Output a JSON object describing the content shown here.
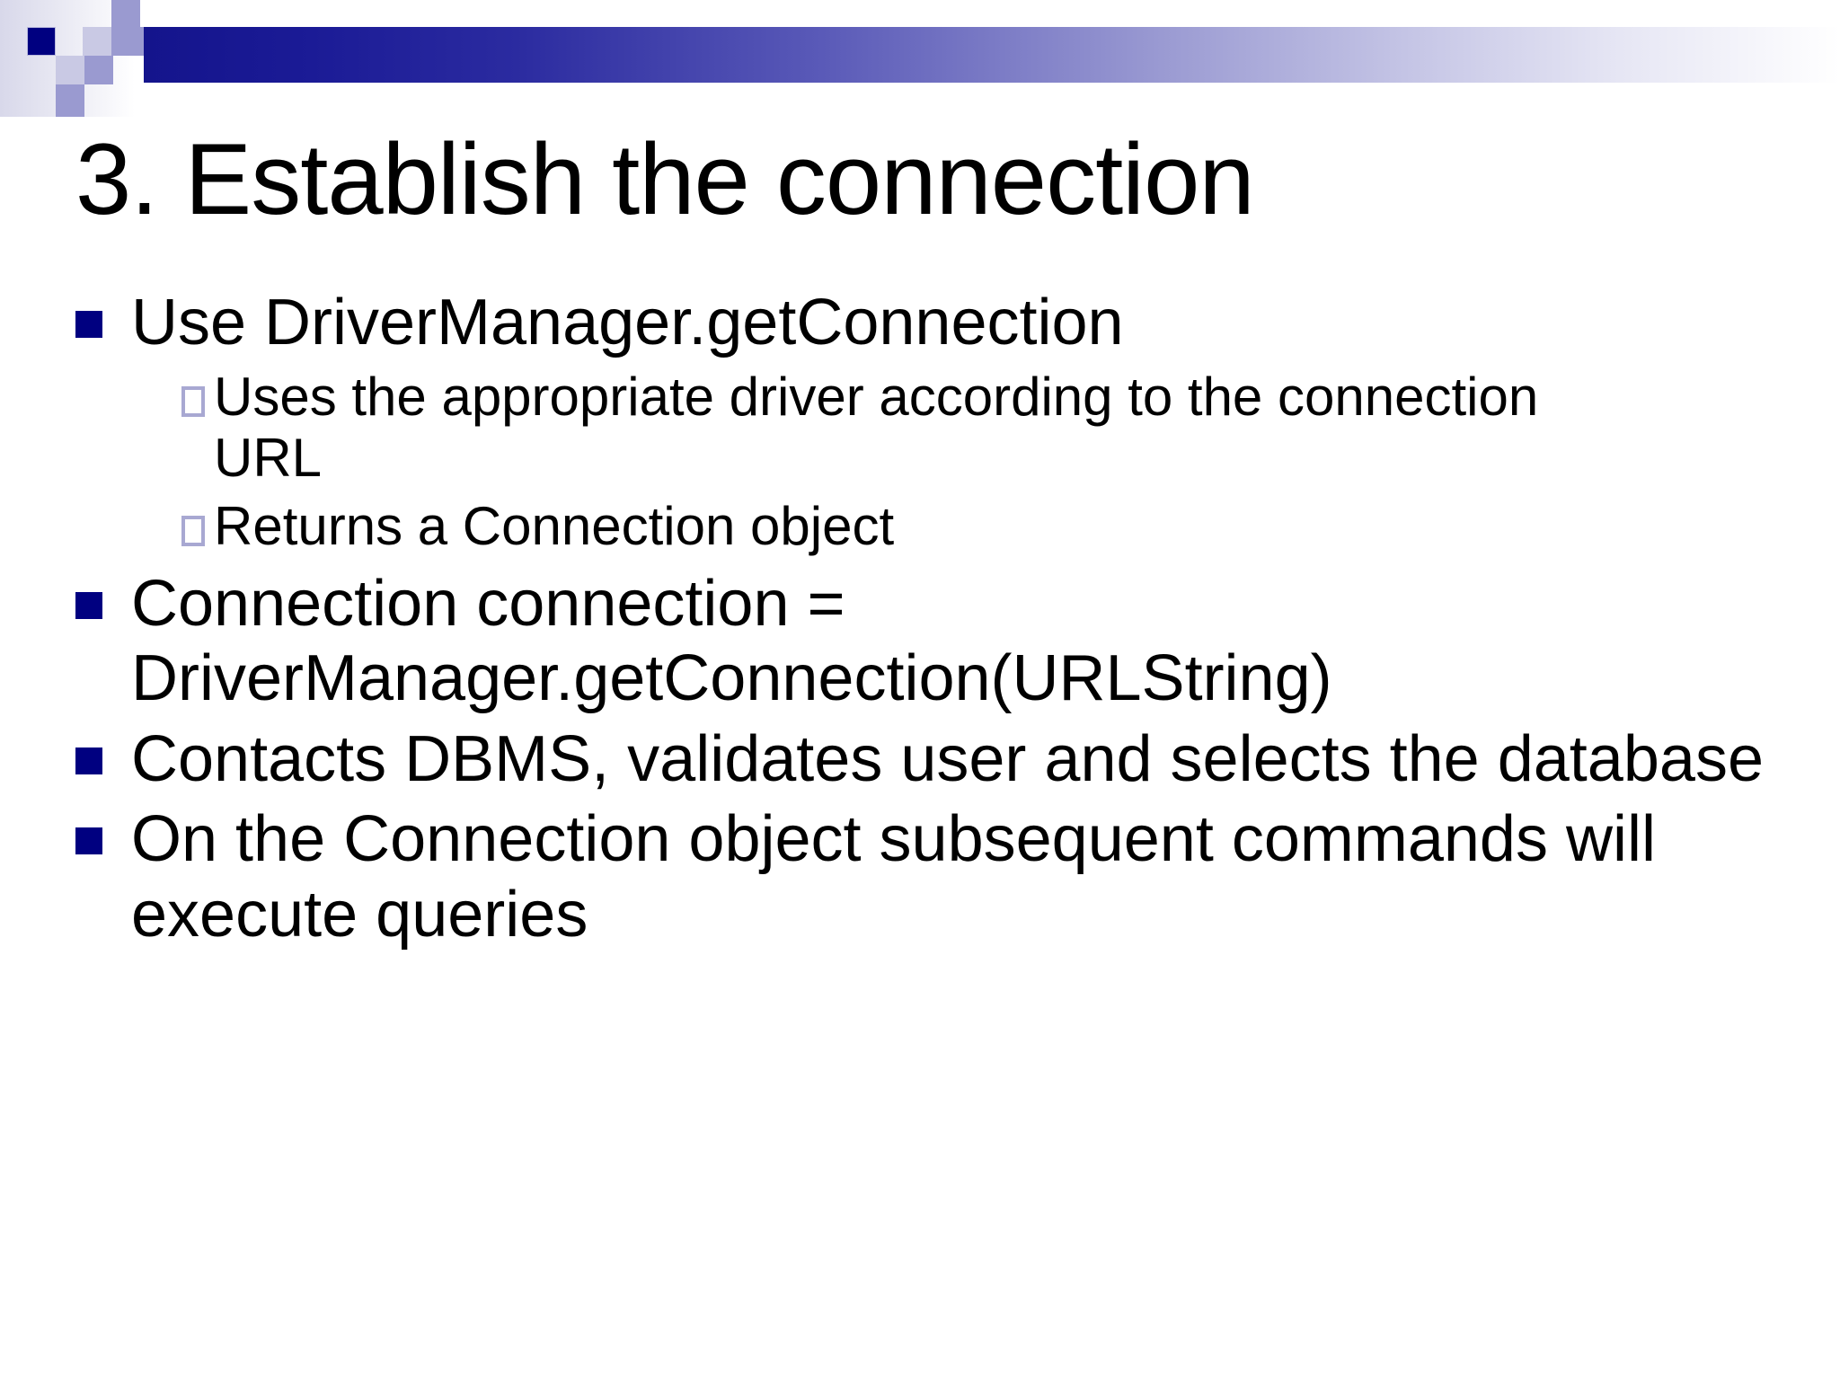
{
  "slide": {
    "title": "3. Establish the connection",
    "theme": {
      "accent_navy": "#000080",
      "accent_periwinkle": "#9a9ad0",
      "accent_light": "#c9c9e4",
      "background": "#ffffff",
      "text": "#000000"
    },
    "header": {
      "decoration_name": "blue-gradient-band-with-squares"
    },
    "bullets": [
      {
        "marker": "filled-square-bullet",
        "text": "Use DriverManager.getConnection",
        "children": [
          {
            "marker": "hollow-square-bullet",
            "text": "Uses the appropriate driver according to the connection URL"
          },
          {
            "marker": "hollow-square-bullet",
            "text": "Returns a Connection object"
          }
        ]
      },
      {
        "marker": "filled-square-bullet",
        "text": "Connection connection = DriverManager.getConnection(URLString)",
        "children": []
      },
      {
        "marker": "filled-square-bullet",
        "text": "Contacts DBMS, validates user and selects the database",
        "children": []
      },
      {
        "marker": "filled-square-bullet",
        "text": "On the Connection object subsequent commands will execute queries",
        "children": []
      }
    ]
  }
}
